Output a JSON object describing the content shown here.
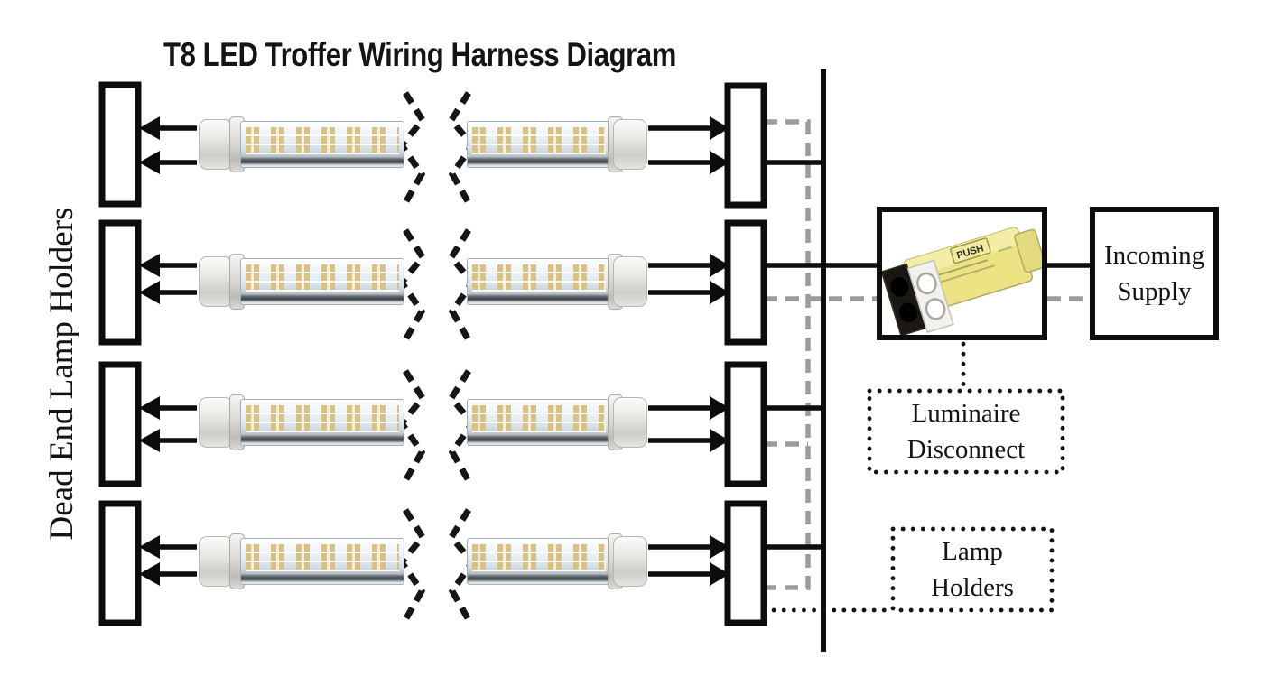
{
  "title": "T8 LED Troffer Wiring Harness Diagram",
  "side_label": "Dead End Lamp Holders",
  "labels": {
    "incoming_supply_line1": "Incoming",
    "incoming_supply_line2": "Supply",
    "luminaire_disconnect_line1": "Luminaire",
    "luminaire_disconnect_line2": "Disconnect",
    "lamp_holders_line1": "Lamp",
    "lamp_holders_line2": "Holders",
    "connector_push": "PUSH"
  },
  "colors": {
    "wire_black": "#0d0d0d",
    "wire_dashed_gray": "#9b9b9b",
    "dotted_black": "#141414",
    "connector_yellow": "#ece384",
    "led_chip": "#d9c183"
  }
}
